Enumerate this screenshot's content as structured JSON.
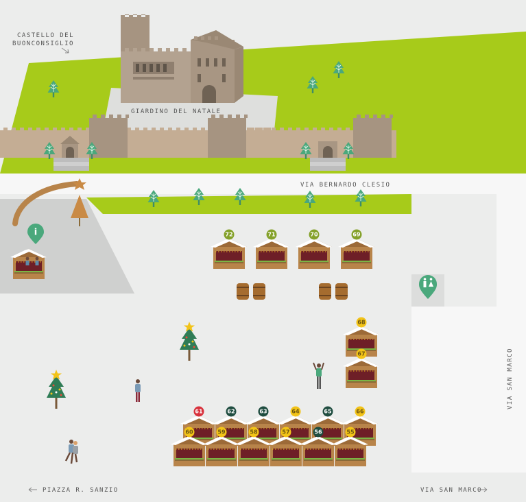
{
  "labels": {
    "castle_line1": "CASTELLO DEL",
    "castle_line2": "BUONCONSIGLIO",
    "garden": "GIARDINO DEL NATALE",
    "via_clesio": "VIA BERNARDO CLESIO",
    "via_san_marco_vertical": "VIA SAN MARCO",
    "piazza": "PIAZZA R. SANZIO",
    "via_san_marco_bottom": "VIA SAN MARCO"
  },
  "info_marker": {
    "symbol": "i",
    "icon": "info-pin-icon"
  },
  "wc_marker": {
    "icon": "restroom-pin-icon"
  },
  "colors": {
    "grass": "#a7cb1a",
    "ground": "#ecedec",
    "stall_wood": "#b8844a",
    "stall_counter": "#6e1f27",
    "castle": "#b3a290",
    "tree": "#4aa87c",
    "badge_green": "#84a12a",
    "badge_dark": "#1f4d40",
    "badge_yellow": "#f2c318",
    "badge_red": "#d8323c"
  },
  "stalls_top": [
    {
      "number": "72",
      "badge": "#84a12a"
    },
    {
      "number": "71",
      "badge": "#84a12a"
    },
    {
      "number": "70",
      "badge": "#84a12a"
    },
    {
      "number": "69",
      "badge": "#84a12a"
    }
  ],
  "stalls_right": [
    {
      "number": "68",
      "badge": "#f2c318"
    },
    {
      "number": "67",
      "badge": "#f2c318"
    }
  ],
  "stalls_back_row": [
    {
      "number": "61",
      "badge": "#d8323c"
    },
    {
      "number": "62",
      "badge": "#1f4d40"
    },
    {
      "number": "63",
      "badge": "#1f4d40"
    },
    {
      "number": "64",
      "badge": "#f2c318"
    },
    {
      "number": "65",
      "badge": "#1f4d40"
    },
    {
      "number": "66",
      "badge": "#f2c318"
    }
  ],
  "stalls_front_row": [
    {
      "number": "60",
      "badge": "#f2c318"
    },
    {
      "number": "59",
      "badge": "#f2c318"
    },
    {
      "number": "58",
      "badge": "#f2c318"
    },
    {
      "number": "57",
      "badge": "#f2c318"
    },
    {
      "number": "56",
      "badge": "#1f4d40"
    },
    {
      "number": "55",
      "badge": "#f2c318"
    }
  ]
}
